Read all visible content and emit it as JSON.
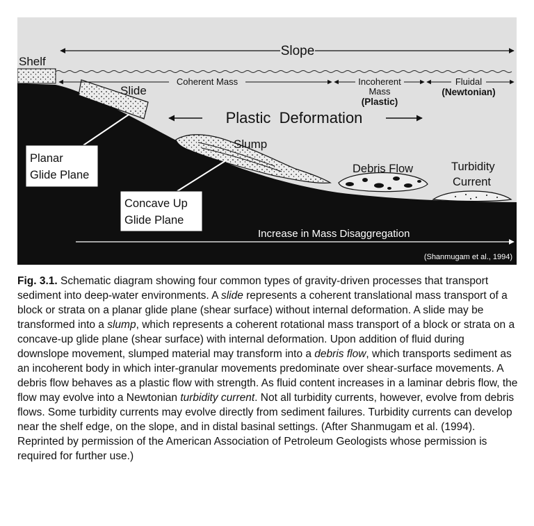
{
  "diagram": {
    "labels": {
      "shelf": "Shelf",
      "slope": "Slope",
      "coherent_mass": "Coherent Mass",
      "incoherent_line1": "Incoherent",
      "incoherent_line2": "Mass",
      "incoherent_line3": "(Plastic)",
      "fluidal": "Fluidal",
      "newtonian": "(Newtonian)",
      "slide": "Slide",
      "plastic_deformation": "Plastic  Deformation",
      "slump": "Slump",
      "planar_line1": "Planar",
      "planar_line2": "Glide Plane",
      "concave_line1": "Concave Up",
      "concave_line2": "Glide Plane",
      "debris_flow": "Debris Flow",
      "turbidity_line1": "Turbidity",
      "turbidity_line2": "Current",
      "disaggregation": "Increase in Mass Disaggregation",
      "credit": "(Shanmugam et al., 1994)"
    },
    "colors": {
      "background": "#e0e0e0",
      "seafloor": "#0f0f0f",
      "sediment": "#e8e8e8",
      "text_light": "#ffffff",
      "text_dark": "#111111"
    }
  },
  "caption": {
    "fig_label": "Fig. 3.1.",
    "s1": " Schematic diagram showing four common types of gravity-driven processes that transport sediment into deep-water environments. A ",
    "slide_term": "slide",
    "s2": " represents a coherent translational mass transport of a block or strata on a planar glide plane (shear surface) without internal deformation. A slide may be transformed into a ",
    "slump_term": "slump",
    "s3": ", which represents a coherent rotational mass transport of a block or strata on a concave-up glide plane (shear surface) with internal deformation. Upon addition of fluid during downslope movement, slumped material may transform into a ",
    "debris_term": "debris flow",
    "s4": ", which transports sediment as an incoherent body in which inter-granular movements predominate over shear-surface movements. A debris flow behaves as a plastic flow with strength. As fluid content increases in a laminar debris flow, the flow may evolve into a Newtonian ",
    "turbidity_term": "turbidity current",
    "s5": ". Not all turbidity currents, however, evolve from debris flows. Some turbidity currents may evolve directly from sediment failures. Turbidity currents can develop near the shelf edge, on the slope, and in distal basinal settings. (After Shanmugam et al. (1994). Reprinted by permission of the American Association of Petroleum Geologists whose permission is required for further use.)"
  }
}
